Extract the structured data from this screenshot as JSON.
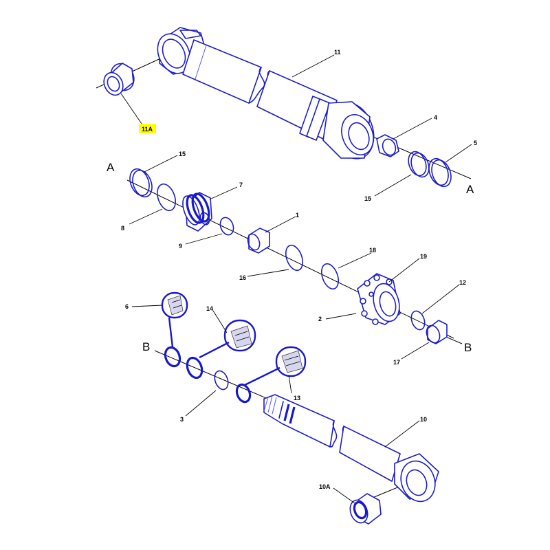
{
  "callouts": {
    "c11": "11",
    "c11a": "11A",
    "c4": "4",
    "c5": "5",
    "c15a": "15",
    "c15b": "15",
    "c7": "7",
    "c8": "8",
    "c9": "9",
    "c1": "1",
    "c18": "18",
    "c19": "19",
    "c16": "16",
    "c12": "12",
    "c2": "2",
    "c17": "17",
    "c6": "6",
    "c14": "14",
    "c13": "13",
    "c3": "3",
    "c10": "10",
    "c10a": "10A"
  },
  "section_letters": {
    "a_left": "A",
    "a_right": "A",
    "b_left": "B",
    "b_right": "B"
  },
  "colors": {
    "part_stroke": "#1c1ccc",
    "highlight": "#ffff00",
    "leader": "#000000"
  }
}
